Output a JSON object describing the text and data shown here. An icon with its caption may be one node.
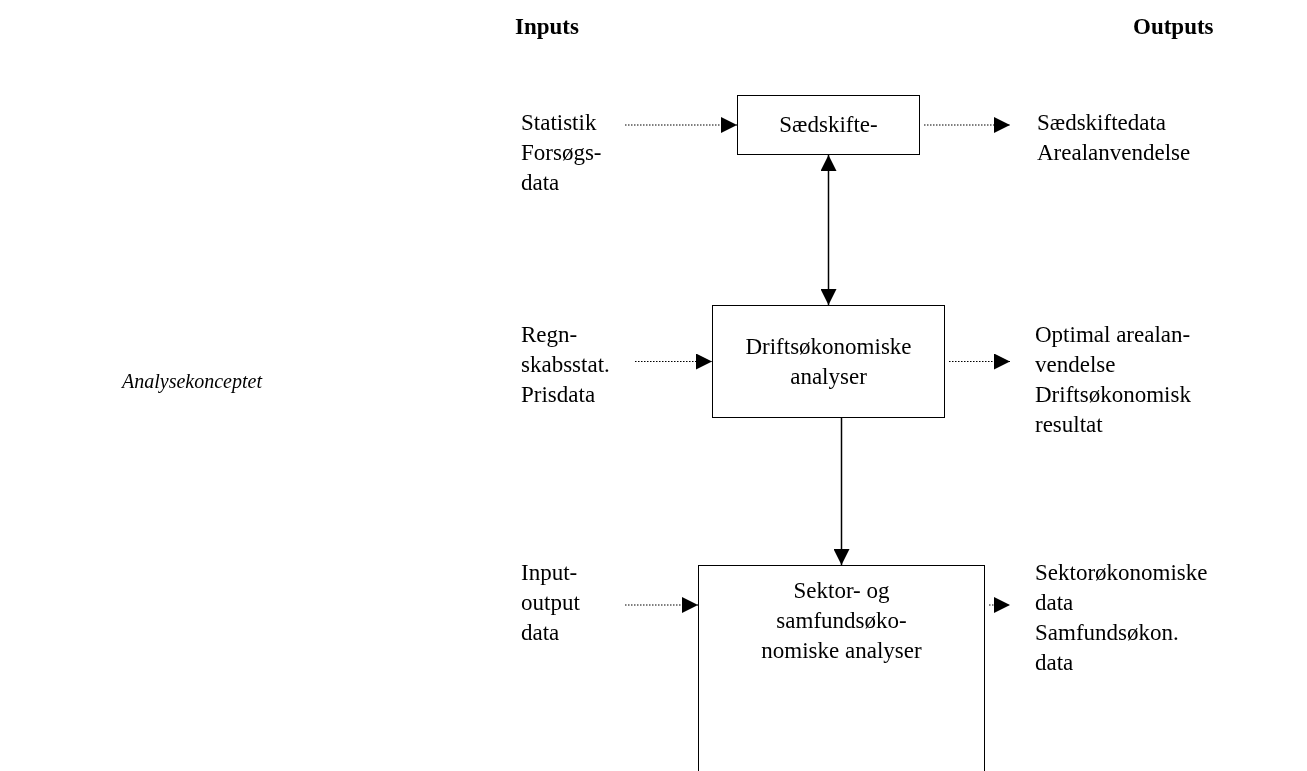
{
  "diagram": {
    "nodes": [
      {
        "text": [
          "Statistik",
          "Forsøgs- data"
        ]
      },
      {
        "text": [
          "Sædskifte-"
        ]
      },
      {
        "text": [
          "Sædskiftedata",
          "Arealanvendelse"
        ]
      },
      {
        "text": [
          "Regn- skabsstat.",
          "Prisdata"
        ]
      },
      {
        "text": [
          "Driftsøkonomiske analyser"
        ]
      },
      {
        "text": [
          "Optimal arealan- vendelse",
          "Driftsøkonomisk resultat"
        ]
      },
      {
        "text": [
          "Input- output data"
        ]
      },
      {
        "text": [
          "Sektor- og samfundsøko- nomiske analyser"
        ]
      },
      {
        "text": [
          "Sektorøkonomiske data",
          "Samfundsøkon. data"
        ]
      }
    ],
    "edges": [
      {
        "from": 0,
        "to": 1,
        "arrow": "to",
        "style": "dashed"
      },
      {
        "from": 1,
        "to": 2,
        "arrow": "to",
        "style": "dashed"
      },
      {
        "from": 1,
        "to": 4,
        "arrow": "both"
      },
      {
        "from": 3,
        "to": 4,
        "arrow": "to",
        "style": "dashed"
      },
      {
        "from": 4,
        "to": 5,
        "arrow": "to",
        "style": "dashed"
      },
      {
        "from": 4,
        "to": 7,
        "arrow": "to"
      },
      {
        "from": 6,
        "to": 7,
        "arrow": "to",
        "style": "dashed"
      },
      {
        "from": 7,
        "to": 8,
        "arrow": "to",
        "style": "dashed"
      }
    ],
    "labels": [
      "Inputs",
      "Outputs",
      "Analysekonceptet"
    ]
  }
}
